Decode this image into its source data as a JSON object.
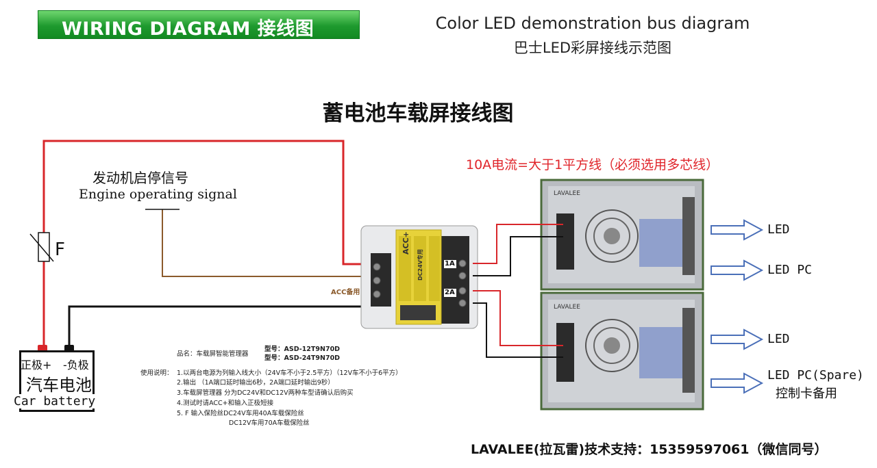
{
  "banner": {
    "title": "WIRING DIAGRAM 接线图",
    "color": "#1e9a2e"
  },
  "header": {
    "subtitle_en": "Color LED demonstration bus diagram",
    "subtitle_cn": "巴士LED彩屏接线示范图"
  },
  "main_title": "蓄电池车载屏接线图",
  "current_note": "10A电流=大于1平方线（必须选用多芯线）",
  "engine_signal": {
    "cn": "发动机启停信号",
    "en": "Engine operating signal"
  },
  "fuse_label": "F",
  "acc_label": "ACC备用",
  "battery": {
    "positive": "正极+",
    "negative": "-负极",
    "cn": "汽车电池",
    "en": "Car battery"
  },
  "controller": {
    "module_label": "ACC+",
    "module_sub": "DC24V专用",
    "port_1": "1A",
    "port_2": "2A"
  },
  "psu": {
    "brand": "LAVALEE"
  },
  "outputs": {
    "led_1": "LED",
    "led_pc": "LED PC",
    "led_2": "LED",
    "led_pc_spare": "LED PC(Spare)",
    "control_card_spare": "控制卡备用"
  },
  "spec": {
    "name_label": "品名：车载屏智能管理器",
    "model_1": "型号：ASD-12T9N70D",
    "model_2": "型号：ASD-24T9N70D",
    "usage_label": "使用说明：",
    "note_1": "1.以两台电源为列输入线大小（24V车不小于2.5平方）（12V车不小于6平方）",
    "note_2": "2.输出 （1A端口延时输出6秒，2A端口延时输出9秒）",
    "note_3": "3.车载屏管理器 分为DC24V和DC12V两种车型请确认后购买",
    "note_4": "4.测试时请ACC+和输入正极短接",
    "note_5": "5. F 输入保险丝DC24V车用40A车载保险丝",
    "note_5b": "DC12V车用70A车载保险丝"
  },
  "support": "LAVALEE(拉瓦雷)技术支持：15359597061（微信同号）",
  "colors": {
    "red_wire": "#d8262a",
    "brown_wire": "#8b5a2b",
    "black_wire": "#111111",
    "arrow": "#4a6fb8"
  }
}
